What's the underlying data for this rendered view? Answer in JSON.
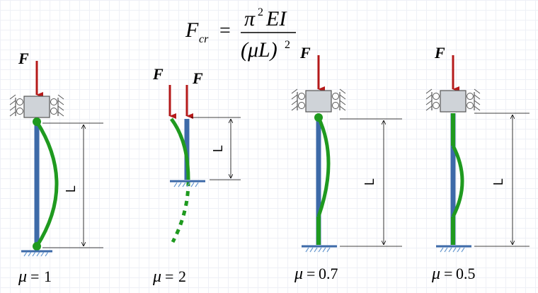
{
  "formula": {
    "lhs": "F",
    "lhs_sub": "cr",
    "equals": "=",
    "numerator": "π",
    "numerator_exp": "2",
    "numerator_rest": "EI",
    "denominator": "(μL)",
    "denominator_exp": "2"
  },
  "columns": [
    {
      "force_labels": [
        "F"
      ],
      "length_label": "L",
      "mu_symbol": "μ",
      "mu_eq": "=",
      "mu_value": "1"
    },
    {
      "force_labels": [
        "F",
        "F"
      ],
      "length_label": "L",
      "mu_symbol": "μ",
      "mu_eq": "=",
      "mu_value": "2"
    },
    {
      "force_labels": [
        "F"
      ],
      "length_label": "L",
      "mu_symbol": "μ",
      "mu_eq": "=",
      "mu_value": "0.7"
    },
    {
      "force_labels": [
        "F"
      ],
      "length_label": "L",
      "mu_symbol": "μ",
      "mu_eq": "=",
      "mu_value": "0.5"
    }
  ],
  "colors": {
    "column": "#3d6aa8",
    "deflection": "#1f9a1f",
    "force": "#b51a1a",
    "support": "#8a8a8a",
    "hatch": "#6b9bd1",
    "dimension": "#000000"
  }
}
